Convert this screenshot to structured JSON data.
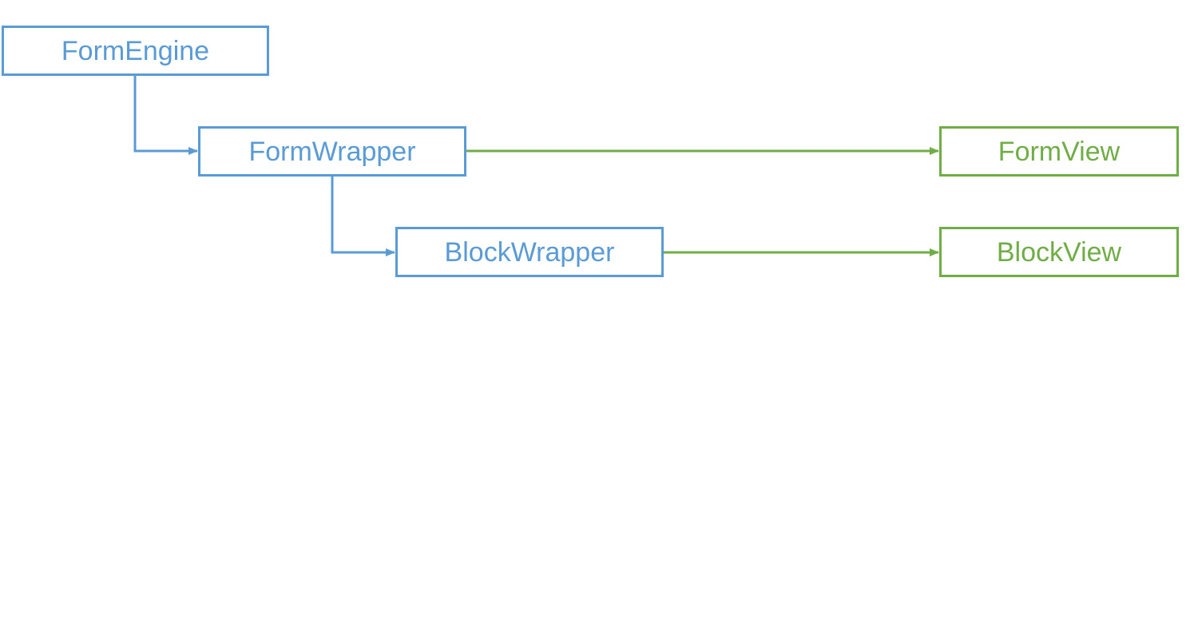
{
  "colors": {
    "blue": "#5b9bd5",
    "green": "#70ad47"
  },
  "nodes": {
    "form_engine": {
      "label": "FormEngine"
    },
    "form_wrapper": {
      "label": "FormWrapper"
    },
    "block_wrapper": {
      "label": "BlockWrapper"
    },
    "form_view": {
      "label": "FormView"
    },
    "block_view": {
      "label": "BlockView"
    }
  },
  "edges": [
    {
      "from": "form_engine",
      "to": "form_wrapper",
      "color": "blue"
    },
    {
      "from": "form_wrapper",
      "to": "block_wrapper",
      "color": "blue"
    },
    {
      "from": "form_wrapper",
      "to": "form_view",
      "color": "green"
    },
    {
      "from": "block_wrapper",
      "to": "block_view",
      "color": "green"
    }
  ]
}
